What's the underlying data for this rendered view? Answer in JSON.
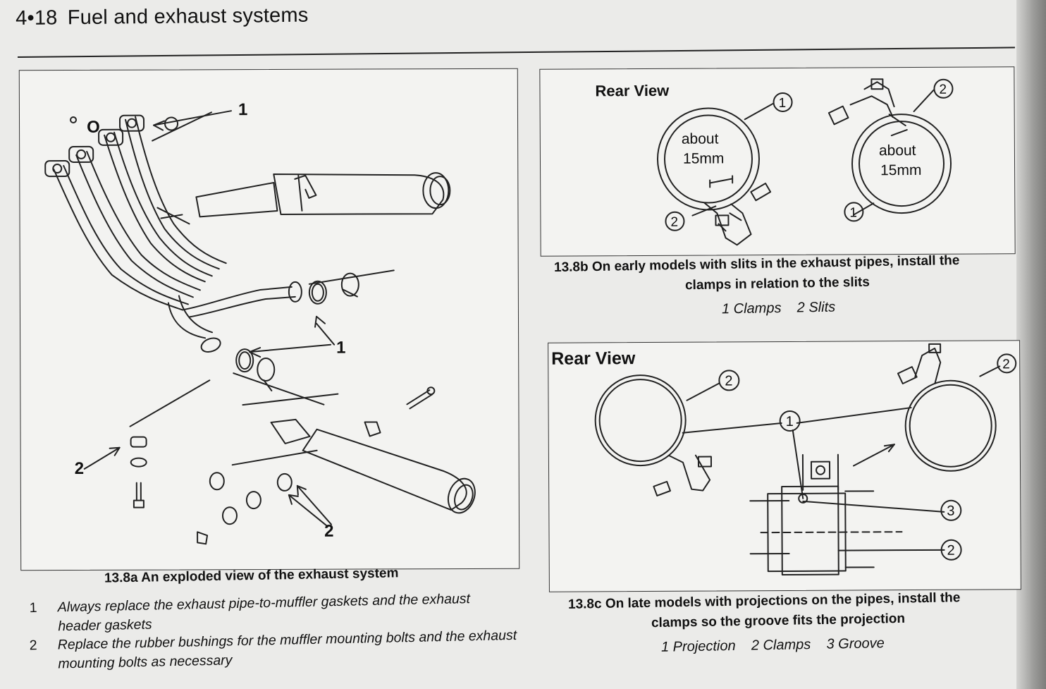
{
  "header": {
    "page_number": "4•18",
    "section_title": "Fuel and exhaust systems"
  },
  "figure_a": {
    "caption": "13.8a An exploded view of the exhaust system",
    "callouts": [
      "1",
      "1",
      "2",
      "2"
    ],
    "notes": [
      {
        "num": "1",
        "text": "Always replace the exhaust pipe-to-muffler gaskets and the exhaust header gaskets"
      },
      {
        "num": "2",
        "text": "Replace the rubber bushings for the muffler mounting bolts and the exhaust mounting bolts as necessary"
      }
    ]
  },
  "figure_b": {
    "title": "Rear View",
    "measure_left": [
      "about",
      "15mm"
    ],
    "measure_right": [
      "about",
      "15mm"
    ],
    "callouts": [
      "1",
      "2",
      "2",
      "1"
    ],
    "caption_line1": "13.8b On early models with slits in the exhaust pipes, install the",
    "caption_line2": "clamps in relation to the slits",
    "legend": "1 Clamps    2 Slits"
  },
  "figure_c": {
    "title": "Rear View",
    "callouts": [
      "2",
      "1",
      "2",
      "3",
      "2"
    ],
    "caption_line1": "13.8c On late models with projections on the pipes, install the",
    "caption_line2": "clamps so the groove fits the projection",
    "legend": "1 Projection    2 Clamps    3 Groove"
  },
  "colors": {
    "ink": "#111111",
    "paper": "#ebebe9",
    "frame_fill": "#f3f3f1"
  }
}
